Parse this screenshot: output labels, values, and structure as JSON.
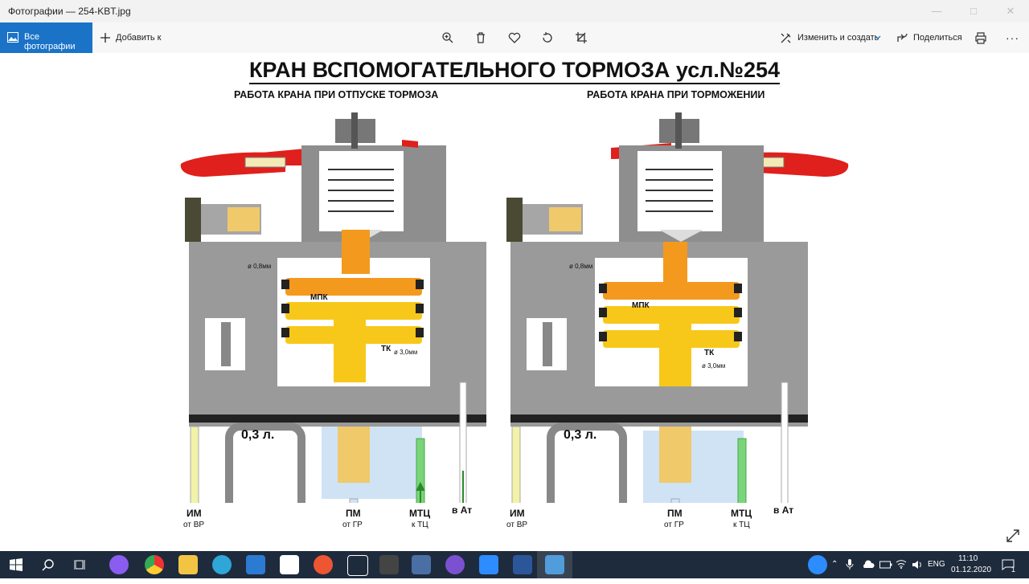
{
  "window": {
    "title": "Фотографии — 254-KBT.jpg"
  },
  "toolbar": {
    "all_photos_label": "Все фотографии",
    "add_label": "Добавить к",
    "edit_create_label": "Изменить и создать",
    "share_label": "Поделиться",
    "icons": [
      "zoom-icon",
      "delete-icon",
      "heart-icon",
      "rotate-icon",
      "crop-icon",
      "print-icon",
      "more-icon"
    ]
  },
  "diagram": {
    "title": "КРАН ВСПОМОГАТЕЛЬНОГО ТОРМОЗА усл.№254",
    "left": {
      "subtitle": "РАБОТА КРАНА ПРИ ОТПУСКЕ ТОРМОЗА",
      "volume": "0,3 л.",
      "mpk": "МПК",
      "tk": "ТК",
      "orifice_08": "ø 0,8мм",
      "orifice_30": "ø 3,0мм",
      "im": "ИМ",
      "im_sub": "от ВР",
      "pm": "ПМ",
      "pm_sub": "от ГР",
      "mtc": "МТЦ",
      "mtc_sub": "к ТЦ",
      "at": "в Ат"
    },
    "right": {
      "subtitle": "РАБОТА КРАНА ПРИ ТОРМОЖЕНИИ",
      "volume": "0,3 л.",
      "mpk": "МПК",
      "tk": "ТК",
      "orifice_08": "ø 0,8мм",
      "orifice_30": "ø 3,0мм",
      "im": "ИМ",
      "im_sub": "от ВР",
      "pm": "ПМ",
      "pm_sub": "от ГР",
      "mtc": "МТЦ",
      "mtc_sub": "к ТЦ",
      "at": "в Ат"
    }
  },
  "taskbar": {
    "lang": "ENG",
    "time": "11:10",
    "date": "01.12.2020",
    "notification_count": "1"
  },
  "colors": {
    "accent": "#1a73c7",
    "body_gray": "#9a9a9a",
    "orange": "#f39a1e",
    "yellow": "#f7c81a",
    "handle_red": "#e0201c",
    "pipe_green": "#7bd47b",
    "pipe_yellow": "#f2f2a8",
    "pipe_blue": "#cfe3f5",
    "taskbar": "#1e2b3c"
  }
}
